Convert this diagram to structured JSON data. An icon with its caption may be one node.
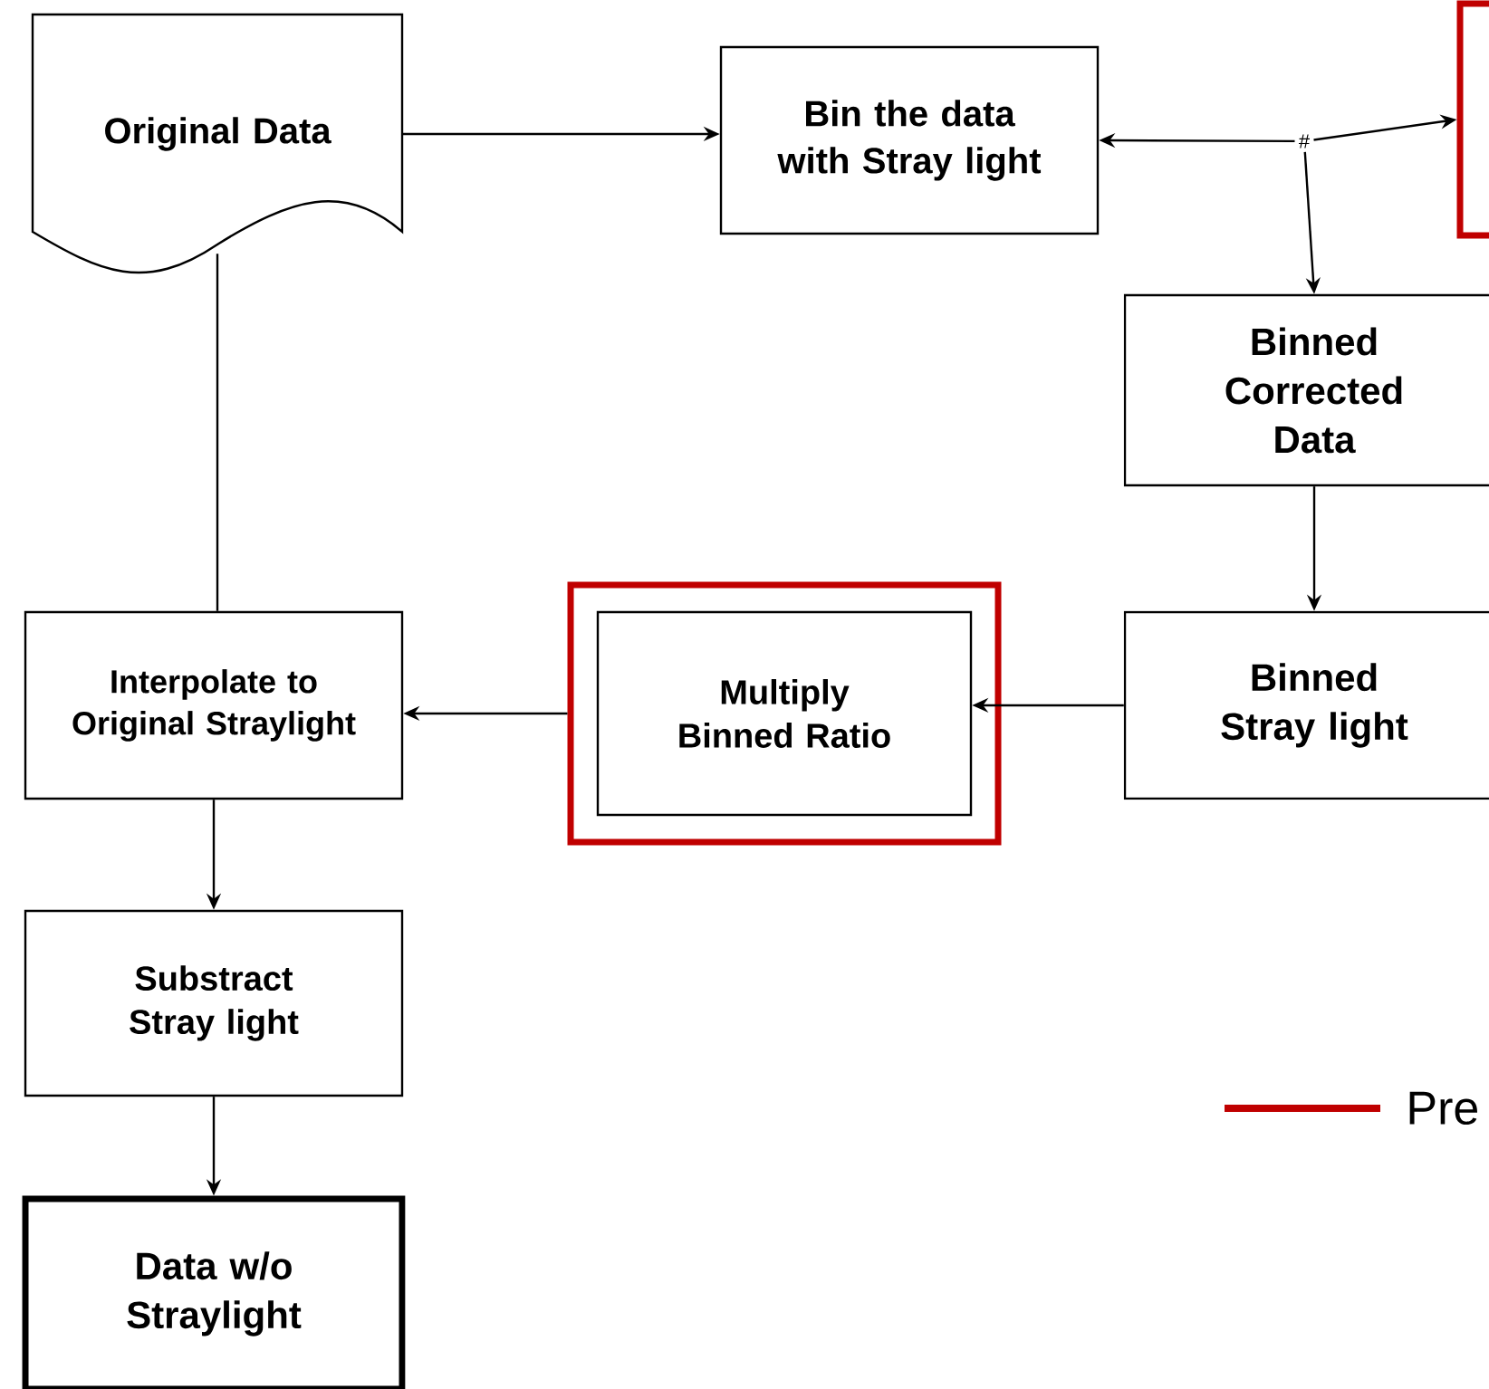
{
  "diagram": {
    "nodes": [
      {
        "text": [
          "Original Data"
        ]
      },
      {
        "text": [
          "Bin the data with Stray light"
        ]
      },
      {
        "text": [
          "#"
        ]
      },
      {
        "text": [],
        "shape": "box"
      },
      {
        "text": [
          "Binned Corrected Data"
        ]
      },
      {
        "text": [
          "Binned Stray light"
        ]
      },
      {
        "text": [],
        "shape": "box"
      },
      {
        "text": [
          "Multiply Binned Ratio"
        ],
        "in": 6
      },
      {
        "text": [
          "Interpolate to Original Straylight"
        ]
      },
      {
        "text": [
          "Substract Stray light"
        ]
      },
      {
        "text": [
          "Data w/o Straylight"
        ]
      }
    ],
    "edges": [
      {
        "from": 0,
        "to": 1,
        "arrow": "to"
      },
      {
        "from": 2,
        "to": 1,
        "arrow": "to"
      },
      {
        "from": 2,
        "to": 3,
        "arrow": "to"
      },
      {
        "from": 2,
        "to": 4,
        "arrow": "to"
      },
      {
        "from": 4,
        "to": 5,
        "arrow": "to"
      },
      {
        "from": 5,
        "to": 7,
        "arrow": "to"
      },
      {
        "from": 6,
        "to": 8,
        "arrow": "to"
      },
      {
        "from": 0,
        "to": 8,
        "arrow": "none"
      },
      {
        "from": 8,
        "to": 9,
        "arrow": "to"
      },
      {
        "from": 9,
        "to": 10,
        "arrow": "to"
      }
    ],
    "legend": [
      {
        "text": "Pre"
      }
    ]
  }
}
